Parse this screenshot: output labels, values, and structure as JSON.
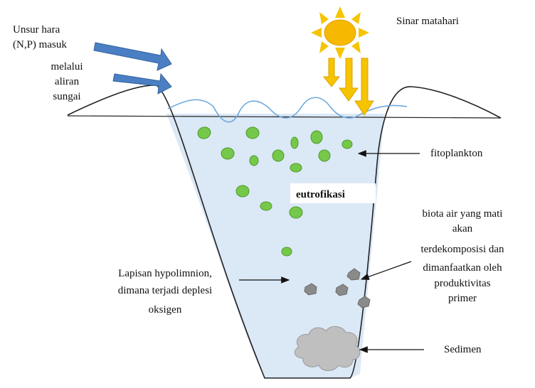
{
  "labels": {
    "nutrient": [
      "Unsur hara",
      "(N,P) masuk",
      "melalui",
      "aliran",
      "sungai"
    ],
    "sunlight": "Sinar matahari",
    "phytoplankton": "fitoplankton",
    "eutrophication": "eutrofikasi",
    "dead_biota": [
      "biota air yang mati",
      "akan",
      "terdekomposisi dan",
      "dimanfaatkan oleh",
      "produktivitas",
      "primer"
    ],
    "hypolimnion": [
      "Lapisan hypolimnion,",
      "dimana terjadi deplesi",
      "oksigen"
    ],
    "sediment": "Sedimen"
  },
  "colors": {
    "water": "#dbe8f6",
    "water_line": "#6ea8dc",
    "nutrient_arrow": "#4a7fc4",
    "sun": "#f6b800",
    "sun_ray": "#f6c400",
    "plankton": "#76c84a",
    "dead_biota": "#8a8a8a",
    "sediment": "#bfbfbf"
  },
  "icons": {
    "sun": "sun-icon",
    "phytoplankton": "phytoplankton-cell-icon",
    "dead_biota": "dead-biota-particle-icon",
    "sediment": "sediment-cloud-icon"
  }
}
